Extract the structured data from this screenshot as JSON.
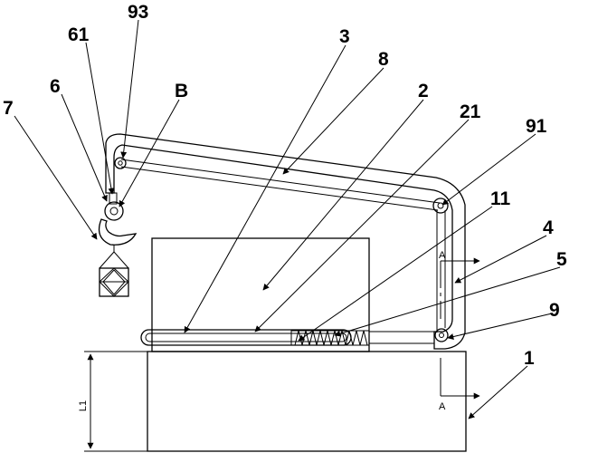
{
  "labels": {
    "l93": "93",
    "l61": "61",
    "l3": "3",
    "l8": "8",
    "l6": "6",
    "lB": "B",
    "l2": "2",
    "l7": "7",
    "l21": "21",
    "l91": "91",
    "l11": "11",
    "l4": "4",
    "l5": "5",
    "l9": "9",
    "l1": "1",
    "section_top": "A",
    "section_bottom": "A",
    "dimension": "L1"
  }
}
